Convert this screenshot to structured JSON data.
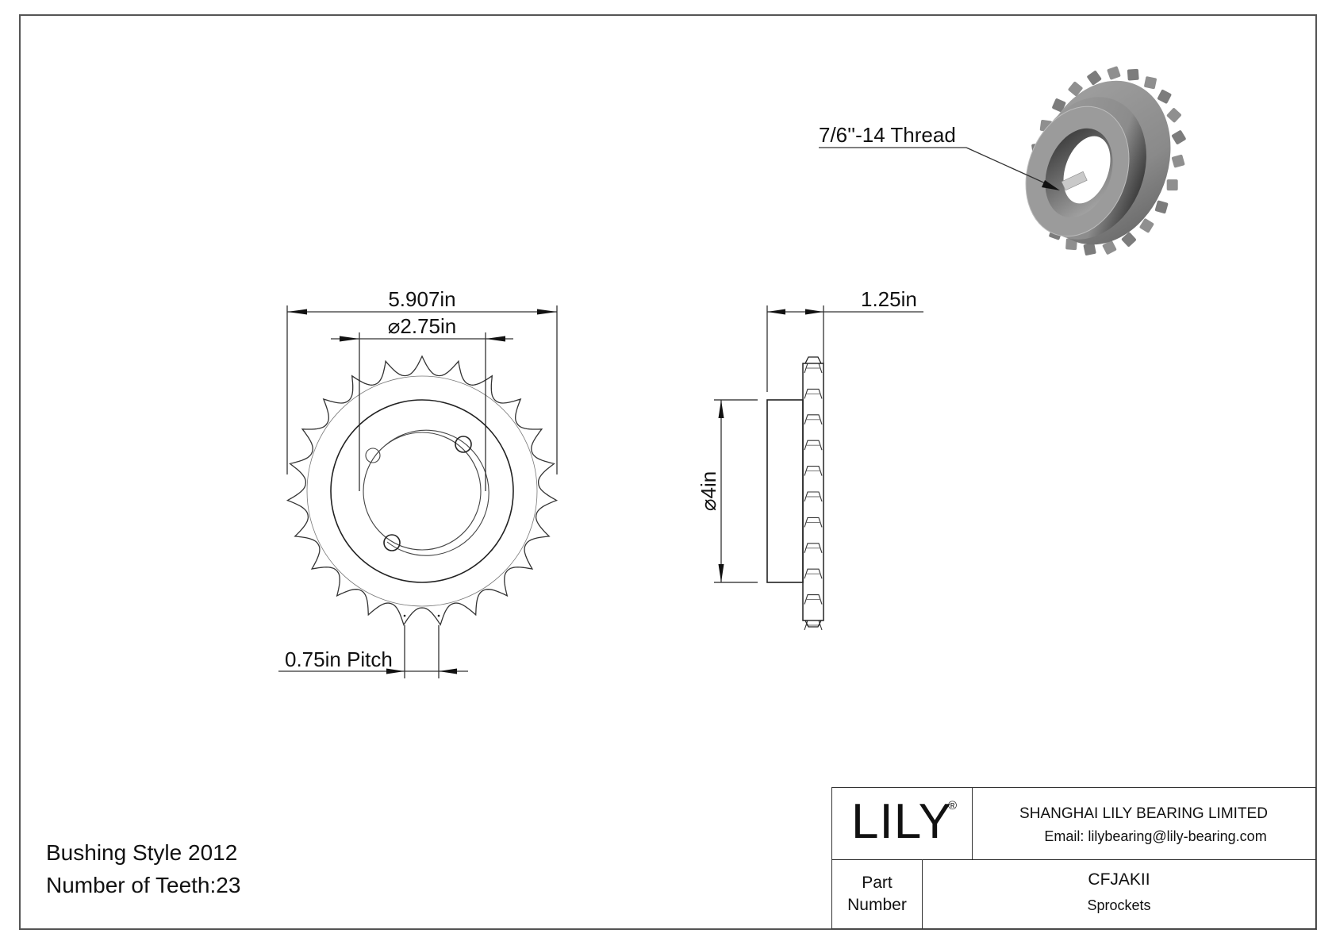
{
  "drawing": {
    "front_view": {
      "outer_diameter_label": "5.907in",
      "bore_diameter_label": "2.75in",
      "bore_diameter_symbol": "⌀",
      "pitch_label": "0.75in Pitch",
      "teeth_count": 23
    },
    "side_view": {
      "width_label": "1.25in",
      "hub_diameter_label": "4in",
      "hub_diameter_symbol": "⌀"
    },
    "iso_view": {
      "callout_label": "7/6''-14 Thread"
    }
  },
  "notes": {
    "line1": "Bushing Style 2012",
    "line2": "Number of Teeth:23"
  },
  "title_block": {
    "logo": "LILY",
    "logo_mark": "®",
    "company": "SHANGHAI LILY BEARING LIMITED",
    "email": "Email: lilybearing@lily-bearing.com",
    "part_label_line1": "Part",
    "part_label_line2": "Number",
    "part_number": "CFJAKII",
    "category": "Sprockets"
  },
  "colors": {
    "line": "#222222",
    "background": "#ffffff",
    "render_gray": "#8c8c8c"
  }
}
